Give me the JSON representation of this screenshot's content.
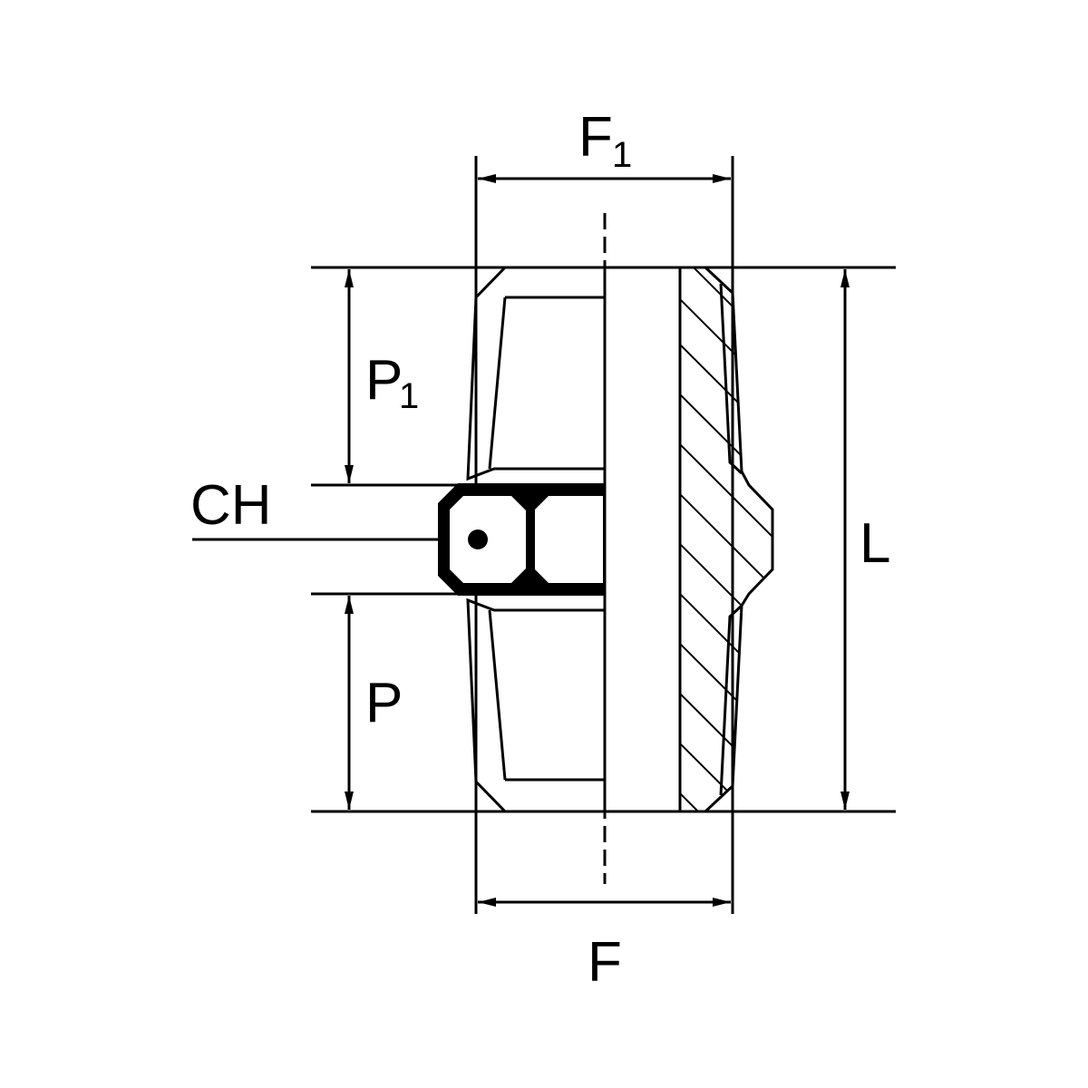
{
  "diagram": {
    "type": "hex nipple fitting technical drawing",
    "colors": {
      "line": "#000000",
      "background": "#ffffff"
    },
    "labels": {
      "f1_main": "F",
      "f1_sub": "1",
      "f": "F",
      "p1_main": "P",
      "p1_sub": "1",
      "p": "P",
      "ch": "CH",
      "l": "L"
    }
  }
}
